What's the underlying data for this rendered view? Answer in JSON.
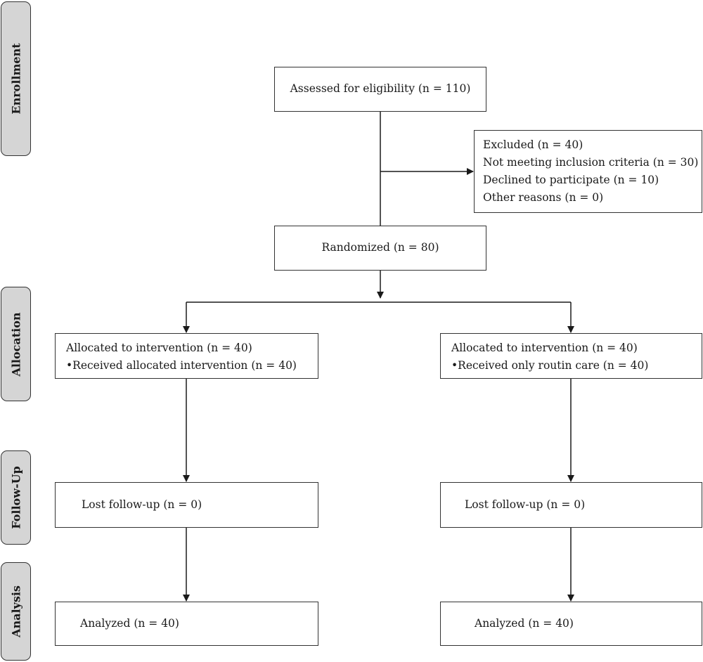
{
  "phases": {
    "enrollment": "Enrollment",
    "allocation": "Allocation",
    "follow_up": "Follow-Up",
    "analysis": "Analysis"
  },
  "enrollment": {
    "assessed": "Assessed for eligibility (n = 110)",
    "excluded": {
      "title": "Excluded (n = 40)",
      "reasons": [
        "Not meeting inclusion criteria (n = 30)",
        "Declined to participate (n = 10)",
        "Other reasons (n = 0)"
      ]
    },
    "randomized": "Randomized (n = 80)"
  },
  "arms": [
    {
      "allocated": "Allocated to intervention (n = 40)",
      "received": "Received allocated intervention (n = 40)",
      "follow_up": "Lost follow-up (n = 0)",
      "analyzed": "Analyzed (n = 40)"
    },
    {
      "allocated": "Allocated to intervention (n = 40)",
      "received": "Received only routin care (n = 40)",
      "follow_up": "Lost follow-up (n = 0)",
      "analyzed": "Analyzed (n = 40)"
    }
  ]
}
